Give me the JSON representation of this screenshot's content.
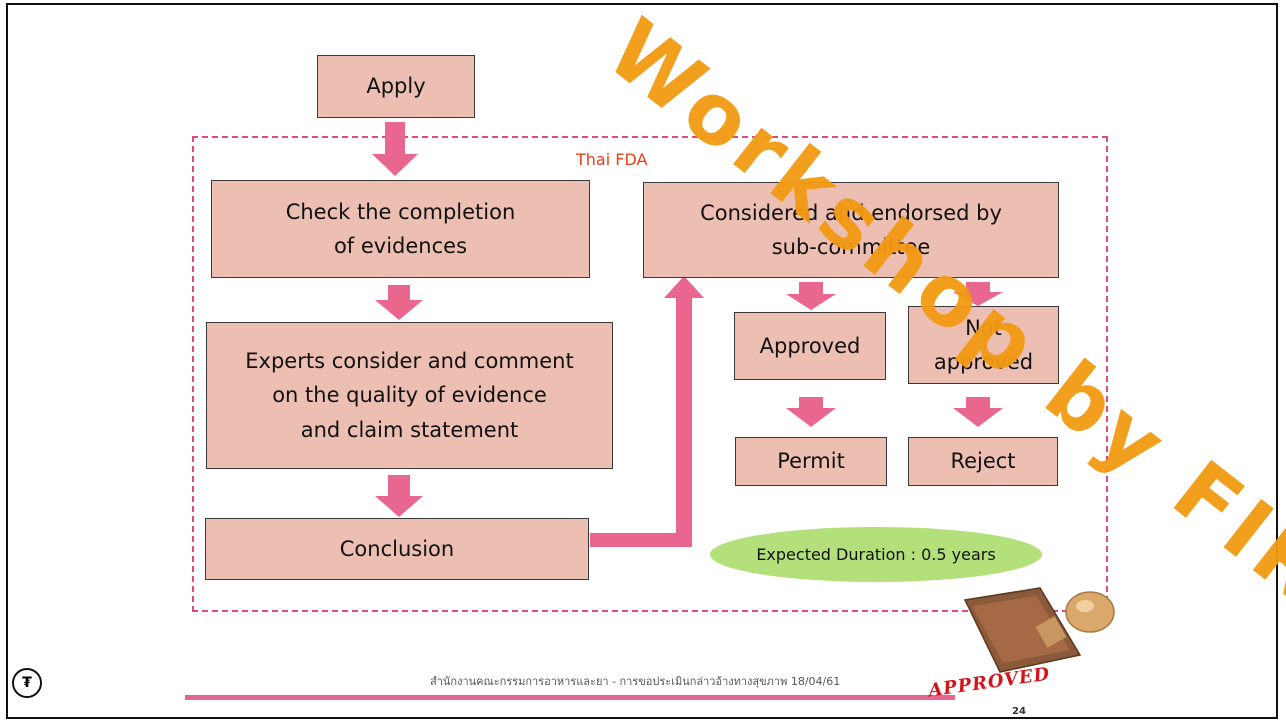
{
  "boxes": {
    "apply": "Apply",
    "check": "Check the completion\nof evidences",
    "experts": "Experts consider and comment\non the quality of evidence\nand claim statement",
    "conclusion": "Conclusion",
    "considered": "Considered and endorsed by\nsub-committee",
    "approved": "Approved",
    "not_approved": "Not\napproved",
    "permit": "Permit",
    "reject": "Reject"
  },
  "region_label": "Thai FDA",
  "duration": "Expected Duration  : 0.5 years",
  "footer": {
    "text": "สำนักงานคณะกรรมการอาหารและยา -  การขอประเมินกล่าวอ้างทางสุขภาพ     18/04/61",
    "page": "24"
  },
  "logo_glyph": "₮",
  "stamp_text": "APPROVED",
  "watermark_text": "Workshop by FIRN",
  "colors": {
    "box_fill": "#ecbfb2",
    "arrow": "#e9668e",
    "dashed_border": "#e24a7c",
    "label_red": "#e83e1a",
    "duration_fill": "#b3e07a",
    "watermark": "#f39a12"
  }
}
